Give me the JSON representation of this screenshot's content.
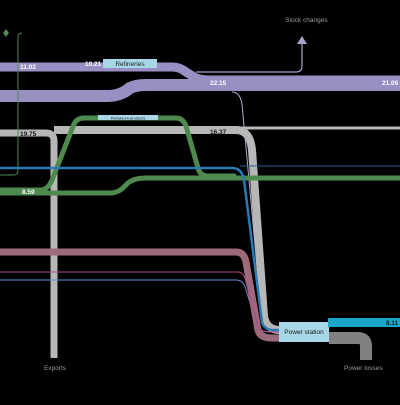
{
  "diagram": {
    "type": "energy-flow-sankey",
    "colors": {
      "background": "#000000",
      "oil": "#9a8fc2",
      "oil_light": "#b3a9d6",
      "grey": "#b7b7b7",
      "green": "#4e8a4e",
      "mauve": "#9c6a7c",
      "blue": "#2a7bb5",
      "cyan": "#1aa6c9",
      "pink": "#b04a8a",
      "node_fill": "#a8d8e8",
      "arrow": "#a9a3c9"
    },
    "nodes": {
      "refineries": "Refineries",
      "petroleum_products": "Petroleum products",
      "power_station": "Power station"
    },
    "labels": {
      "stock_changes": "Stock changes",
      "exports": "Exports",
      "power_losses": "Power losses"
    },
    "values": {
      "v1": "11.02",
      "v2": "10.21",
      "v3": "22.15",
      "v4": "21.06",
      "v5": "19.75",
      "v6": "16.37",
      "v7": "8.59",
      "v8": "8.11"
    }
  }
}
